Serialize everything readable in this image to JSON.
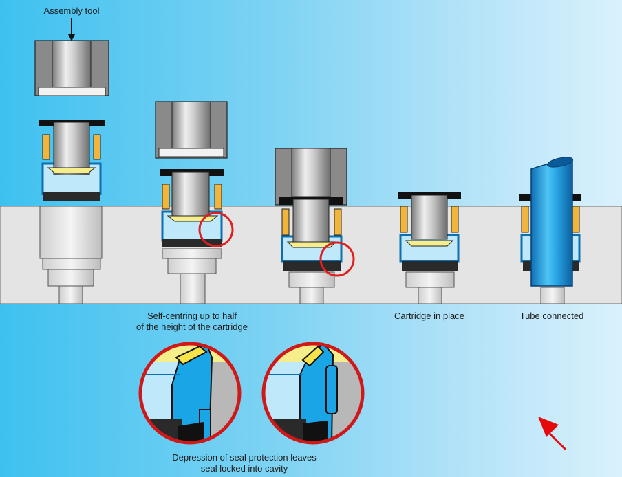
{
  "labels": {
    "assembly_tool": "Assembly tool",
    "self_centring_line1": "Self-centring up to half",
    "self_centring_line2": "of the height of the cartridge",
    "cartridge_in_place": "Cartridge in place",
    "tube_connected": "Tube connected",
    "depression_line1": "Depression of seal protection leaves",
    "depression_line2": "seal locked into cavity"
  },
  "colors": {
    "background_left": "#3ec1f0",
    "background_right": "#d9f1fc",
    "fitting_body": "#e2e2e2",
    "tool_grey": "#8a8a8a",
    "cartridge_blue": "#1aa6e6",
    "brass": "#f0b53a",
    "seal_yellow": "#f6ee8a",
    "highlight_red": "#e02020",
    "arrow_red": "#e50b0b"
  },
  "stages": [
    "tool-above",
    "self-centring",
    "pressing",
    "cartridge-in-place",
    "tube-connected"
  ]
}
